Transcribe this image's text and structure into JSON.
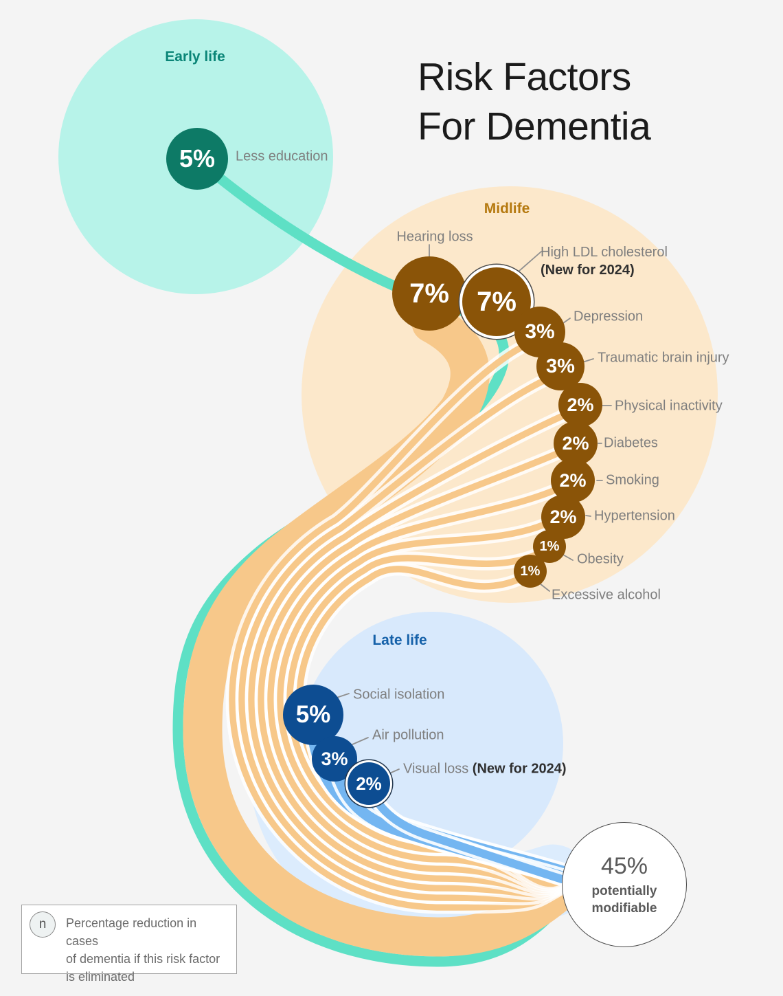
{
  "title": {
    "line1": "Risk Factors",
    "line2": "For Dementia"
  },
  "stages": {
    "early": {
      "label": "Early life"
    },
    "mid": {
      "label": "Midlife"
    },
    "late": {
      "label": "Late life"
    }
  },
  "factors": {
    "less_education": {
      "value": "5%",
      "label": "Less education"
    },
    "hearing_loss": {
      "value": "7%",
      "label": "Hearing loss"
    },
    "high_ldl": {
      "value": "7%",
      "label": "High LDL cholesterol",
      "badge": "(New for 2024)"
    },
    "depression": {
      "value": "3%",
      "label": "Depression"
    },
    "traumatic_brain_injury": {
      "value": "3%",
      "label": "Traumatic brain injury"
    },
    "physical_inactivity": {
      "value": "2%",
      "label": "Physical inactivity"
    },
    "diabetes": {
      "value": "2%",
      "label": "Diabetes"
    },
    "smoking": {
      "value": "2%",
      "label": "Smoking"
    },
    "hypertension": {
      "value": "2%",
      "label": "Hypertension"
    },
    "obesity": {
      "value": "1%",
      "label": "Obesity"
    },
    "excessive_alcohol": {
      "value": "1%",
      "label": "Excessive alcohol"
    },
    "social_isolation": {
      "value": "5%",
      "label": "Social isolation"
    },
    "air_pollution": {
      "value": "3%",
      "label": "Air pollution"
    },
    "visual_loss": {
      "value": "2%",
      "label": "Visual loss",
      "badge": "(New for 2024)"
    }
  },
  "total": {
    "value": "45%",
    "line1": "potentially",
    "line2": "modifiable"
  },
  "legend": {
    "symbol": "n",
    "line1": "Percentage reduction in cases",
    "line2": "of dementia if this risk factor",
    "line3": "is eliminated"
  },
  "colors": {
    "early_accent": "#0d7a66",
    "early_bg": "#b7f3e9",
    "mid_accent": "#8a5408",
    "mid_bg": "#fce8cb",
    "late_accent": "#0d4d92",
    "late_bg": "#d8e9fc",
    "teal_ribbon": "#5ee0c5",
    "orange_ribbon": "#f7c88a",
    "blue_ribbon": "#74b6f1"
  },
  "chart_data": {
    "type": "sankey",
    "title": "Risk Factors For Dementia",
    "note": "Percentage reduction in cases of dementia if this risk factor is eliminated",
    "groups": [
      {
        "stage": "Early life",
        "factors": [
          {
            "label": "Less education",
            "percent": 5,
            "new_for_2024": false
          }
        ]
      },
      {
        "stage": "Midlife",
        "factors": [
          {
            "label": "Hearing loss",
            "percent": 7,
            "new_for_2024": false
          },
          {
            "label": "High LDL cholesterol",
            "percent": 7,
            "new_for_2024": true
          },
          {
            "label": "Depression",
            "percent": 3,
            "new_for_2024": false
          },
          {
            "label": "Traumatic brain injury",
            "percent": 3,
            "new_for_2024": false
          },
          {
            "label": "Physical inactivity",
            "percent": 2,
            "new_for_2024": false
          },
          {
            "label": "Diabetes",
            "percent": 2,
            "new_for_2024": false
          },
          {
            "label": "Smoking",
            "percent": 2,
            "new_for_2024": false
          },
          {
            "label": "Hypertension",
            "percent": 2,
            "new_for_2024": false
          },
          {
            "label": "Obesity",
            "percent": 1,
            "new_for_2024": false
          },
          {
            "label": "Excessive alcohol",
            "percent": 1,
            "new_for_2024": false
          }
        ]
      },
      {
        "stage": "Late life",
        "factors": [
          {
            "label": "Social isolation",
            "percent": 5,
            "new_for_2024": false
          },
          {
            "label": "Air pollution",
            "percent": 3,
            "new_for_2024": false
          },
          {
            "label": "Visual loss",
            "percent": 2,
            "new_for_2024": true
          }
        ]
      }
    ],
    "total": {
      "percent": 45,
      "label": "potentially modifiable"
    }
  }
}
